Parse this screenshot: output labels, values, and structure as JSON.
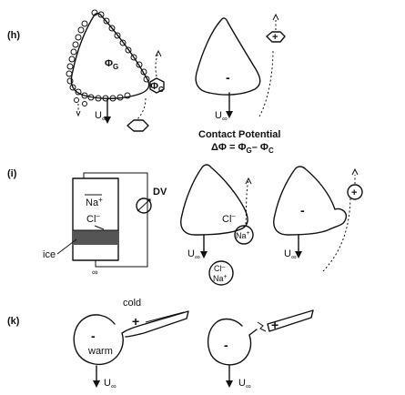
{
  "panels": {
    "h": {
      "label": "(h)",
      "phi_g": "Φ",
      "phi_g_sub": "G",
      "phi_c": "Φ",
      "phi_c_sub": "C",
      "velocity": "U",
      "velocity_sub": "∞",
      "minus_sign": "-",
      "plus_sign": "+",
      "contact_title": "Contact Potential",
      "contact_formula": "ΔΦ = Φ",
      "contact_formula_g": "G",
      "contact_formula_mid": "– Φ",
      "contact_formula_c": "C"
    },
    "i": {
      "label": "(i)",
      "na": "Na",
      "na_sup": "+",
      "cl": "Cl",
      "cl_sup": "–",
      "ice": "ice",
      "dv": "DV",
      "inf": "∞",
      "velocity": "U",
      "velocity_sub": "∞",
      "ion_cl": "Cl",
      "ion_cl_sup": "–",
      "ion_na": "Na",
      "ion_na_sup": "+",
      "minus_sign": "-",
      "plus_sign": "+"
    },
    "k": {
      "label": "(k)",
      "cold": "cold",
      "warm": "warm",
      "minus_sign": "-",
      "plus_sign": "+",
      "velocity": "U",
      "velocity_sub": "∞"
    }
  }
}
